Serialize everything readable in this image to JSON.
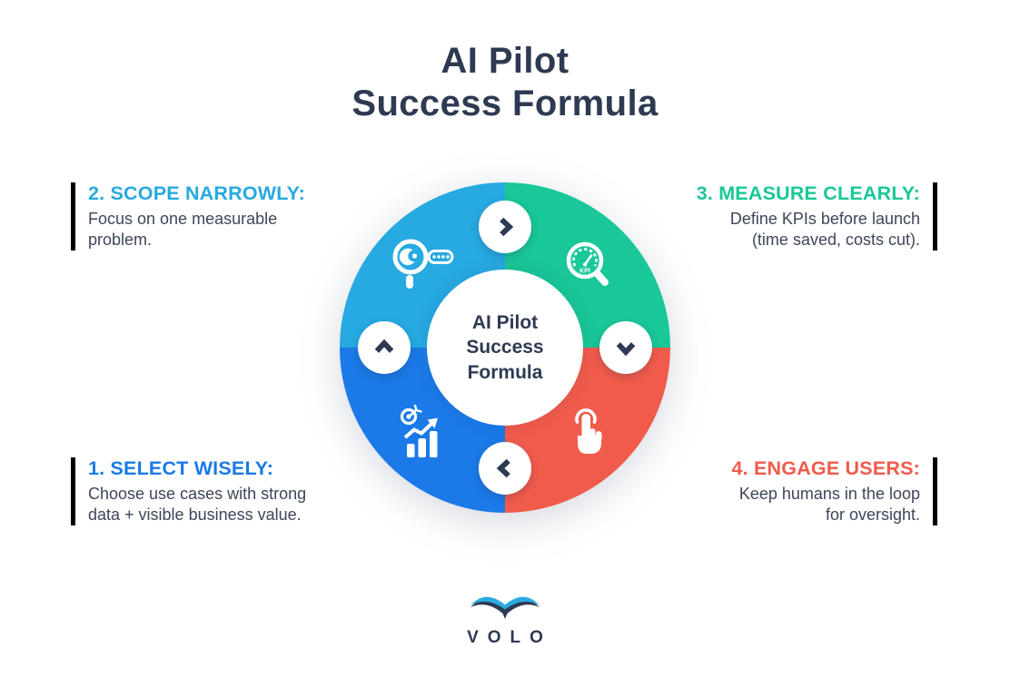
{
  "palette": {
    "navy": "#2e3a52",
    "body-text": "#3d4659",
    "cyan": "#27a9e1",
    "teal": "#19c798",
    "blue": "#1b7ae8",
    "coral": "#f15b4b"
  },
  "title": {
    "line1": "AI Pilot",
    "line2": "Success Formula"
  },
  "wheel": {
    "center": {
      "line1": "AI Pilot",
      "line2": "Success",
      "line3": "Formula"
    },
    "kpi_label": "KPI",
    "quadrants": [
      {
        "position": "top-left",
        "step": 2,
        "icon": "magnifier-eye-icon",
        "color": "#27a9e1"
      },
      {
        "position": "top-right",
        "step": 3,
        "icon": "kpi-gauge-magnifier-icon",
        "color": "#19c798"
      },
      {
        "position": "bottom-left",
        "step": 1,
        "icon": "growth-chart-target-icon",
        "color": "#1b7ae8"
      },
      {
        "position": "bottom-right",
        "step": 4,
        "icon": "tap-hand-icon",
        "color": "#f15b4b"
      }
    ],
    "flow_arrows": [
      "right",
      "down",
      "left",
      "up"
    ]
  },
  "steps": {
    "select": {
      "heading": "1. SELECT WISELY:",
      "line1": "Choose use cases with strong",
      "line2": "data + visible business value."
    },
    "scope": {
      "heading": "2. SCOPE NARROWLY:",
      "line1": "Focus on one measurable",
      "line2": "problem."
    },
    "measure": {
      "heading": "3. MEASURE CLEARLY:",
      "line1": "Define KPIs before launch",
      "line2": "(time saved, costs cut)."
    },
    "engage": {
      "heading": "4. ENGAGE USERS:",
      "line1": "Keep humans in the loop",
      "line2": "for oversight."
    }
  },
  "logo": {
    "wordmark": "VOLO"
  }
}
